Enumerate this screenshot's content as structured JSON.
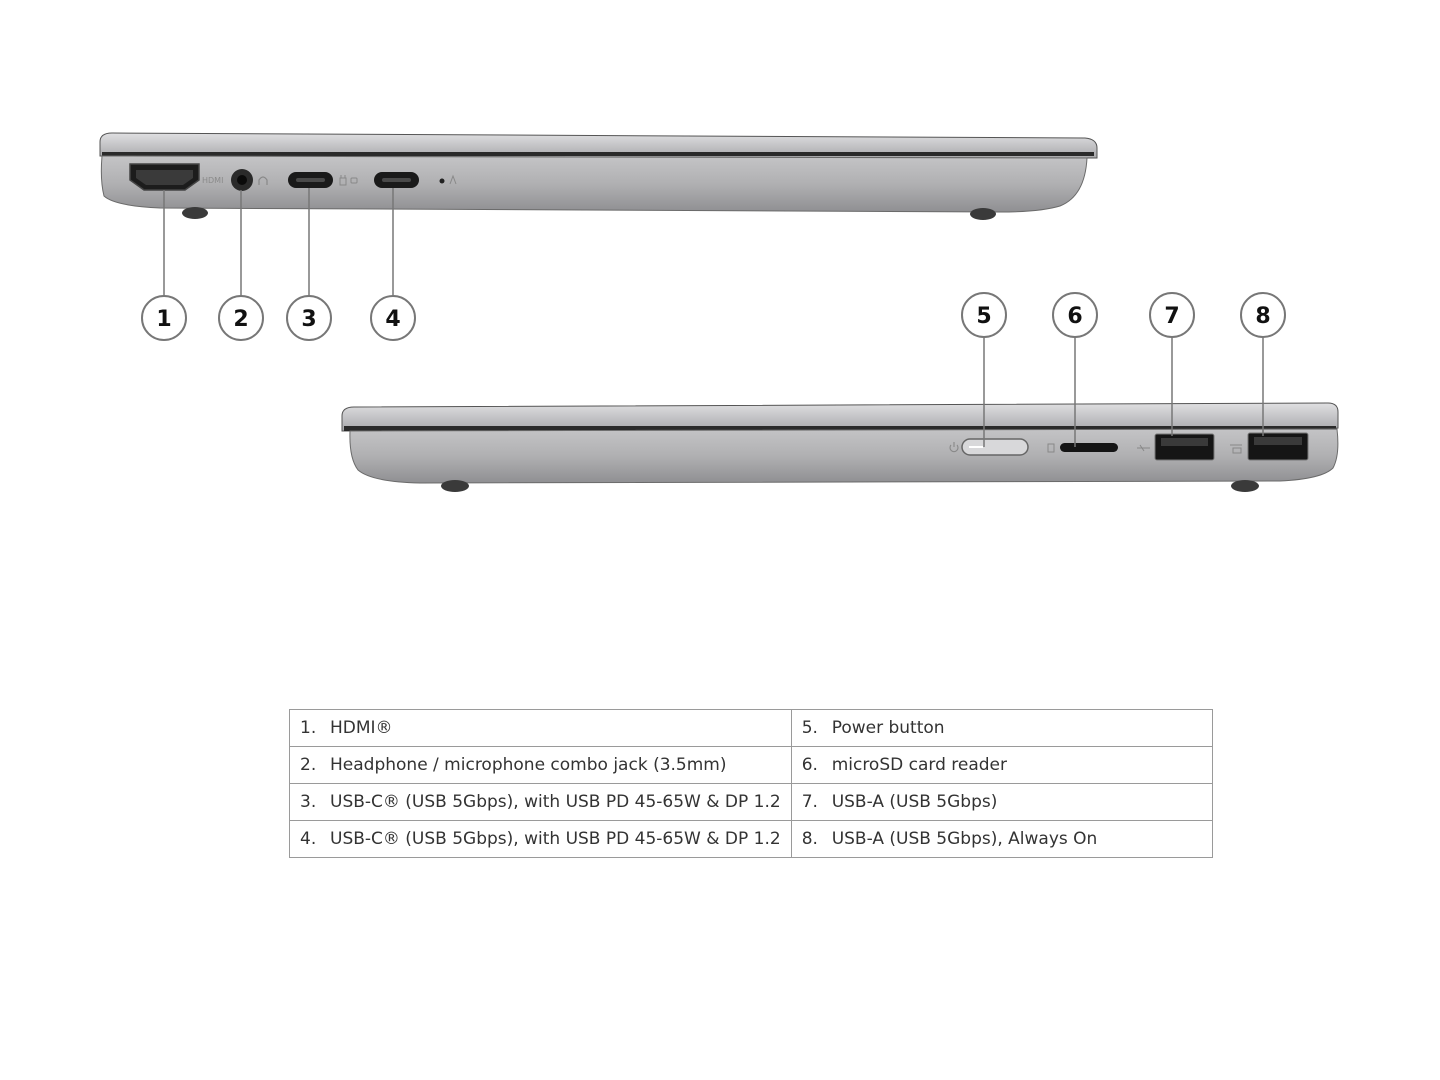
{
  "callouts": [
    "1",
    "2",
    "3",
    "4",
    "5",
    "6",
    "7",
    "8"
  ],
  "left_side": {
    "hdmi_text": "HDMI"
  },
  "ports": [
    {
      "num": "1.",
      "label": "HDMI®"
    },
    {
      "num": "2.",
      "label": "Headphone / microphone combo jack (3.5mm)"
    },
    {
      "num": "3.",
      "label": "USB-C® (USB 5Gbps), with USB PD 45-65W & DP 1.2"
    },
    {
      "num": "4.",
      "label": "USB-C® (USB 5Gbps), with USB PD 45-65W & DP 1.2"
    },
    {
      "num": "5.",
      "label": "Power button"
    },
    {
      "num": "6.",
      "label": "microSD card reader"
    },
    {
      "num": "7.",
      "label": "USB-A (USB 5Gbps)"
    },
    {
      "num": "8.",
      "label": "USB-A (USB 5Gbps), Always On"
    }
  ],
  "icons": [
    "headphone-icon",
    "power-delivery-icon",
    "displayport-icon",
    "led-indicator-icon",
    "power-icon",
    "sd-card-icon",
    "usb-icon",
    "usb-always-on-icon"
  ],
  "colors": {
    "chassis": "#a9a9ab",
    "lid": "#cfcfd1",
    "port": "#222222",
    "line": "#777777",
    "table_border": "#9a9a9a"
  }
}
